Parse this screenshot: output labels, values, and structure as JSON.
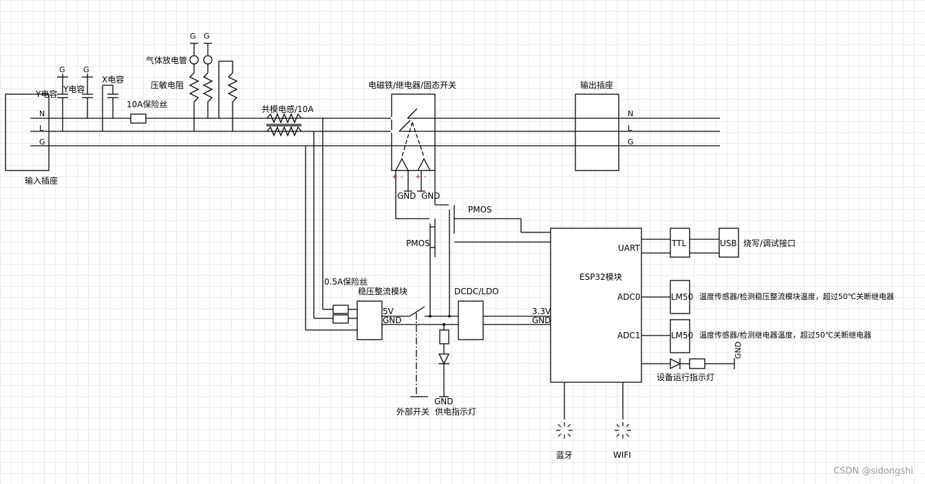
{
  "input_socket": {
    "label": "输入插座",
    "n": "N",
    "l": "L",
    "g": "G"
  },
  "y_cap_1": {
    "label": "Y电容",
    "g": "G"
  },
  "y_cap_2": {
    "label": "Y电容",
    "g": "G"
  },
  "x_cap": {
    "label": "X电容"
  },
  "fuse_10a": {
    "label": "10A保险丝"
  },
  "gas_tube": {
    "label": "气体放电管",
    "g1": "G",
    "g2": "G"
  },
  "varistor": {
    "label": "压敏电阻"
  },
  "cm_choke": {
    "label": "共模电感/10A"
  },
  "relay": {
    "label": "电磁铁/继电器/固态开关",
    "plus1": "+",
    "minus1": "-",
    "plus2": "+",
    "minus2": "-",
    "gnd1": "GND",
    "gnd2": "GND"
  },
  "output_socket": {
    "label": "输出插座",
    "n": "N",
    "l": "L",
    "g": "G"
  },
  "pmos_1": {
    "label": "PMOS"
  },
  "pmos_2": {
    "label": "PMOS"
  },
  "fuse_05a": {
    "label": "0.5A保险丝"
  },
  "rectifier": {
    "label": "稳压整流模块",
    "v5": "5V",
    "gnd": "GND"
  },
  "dcdc": {
    "label": "DCDC/LDO",
    "v33": "3.3V",
    "gnd": "GND"
  },
  "external_switch": {
    "label": "外部开关"
  },
  "power_led": {
    "label": "供电指示灯",
    "gnd": "GND"
  },
  "esp32": {
    "label": "ESP32模块",
    "uart": "UART",
    "adc0": "ADC0",
    "adc1": "ADC1"
  },
  "ttl": {
    "label": "TTL"
  },
  "usb": {
    "label": "USB",
    "desc": "烧写/调试接口"
  },
  "lm50_0": {
    "label": "LM50",
    "desc": "温度传感器/检测稳压整流模块温度，超过50℃关断继电器"
  },
  "lm50_1": {
    "label": "LM50",
    "desc": "温度传感器/检测继电器温度，超过50℃关断继电器"
  },
  "run_led": {
    "label": "设备运行指示灯",
    "gnd": "GND"
  },
  "bluetooth": {
    "label": "蓝牙"
  },
  "wifi": {
    "label": "WIFI"
  },
  "watermark": "CSDN @sidongshi"
}
